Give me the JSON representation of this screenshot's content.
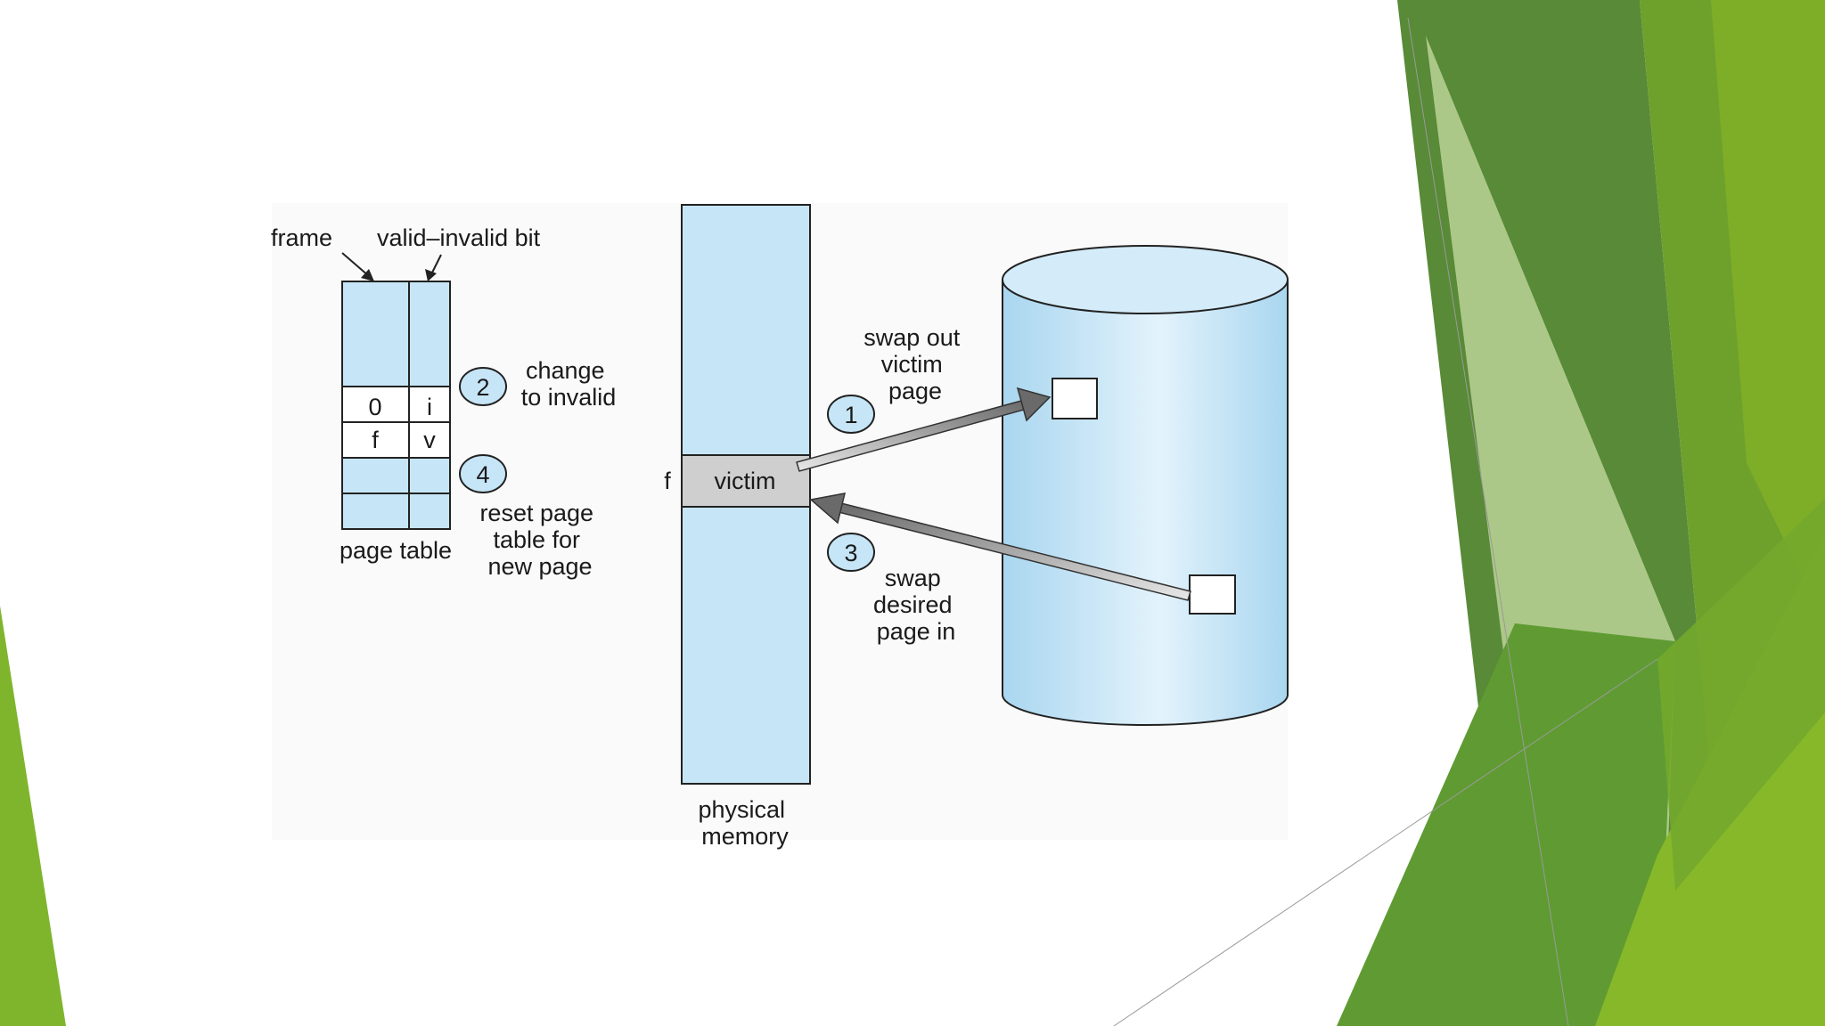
{
  "diagram": {
    "frame_label": "frame",
    "valid_invalid_label": "valid–invalid bit",
    "page_table_rows": [
      {
        "frame": "",
        "bit": ""
      },
      {
        "frame": "0",
        "bit": "i"
      },
      {
        "frame": "f",
        "bit": "v"
      },
      {
        "frame": "",
        "bit": ""
      }
    ],
    "page_table_caption": "page table",
    "step2_number": "2",
    "step2_lines": [
      "change",
      "to invalid"
    ],
    "step4_number": "4",
    "step4_lines": [
      "reset page",
      "table for",
      "new page"
    ],
    "frame_marker": "f",
    "victim_label": "victim",
    "physical_memory_lines": [
      "physical",
      "memory"
    ],
    "step1_number": "1",
    "step1_lines": [
      "swap out",
      "victim",
      "page"
    ],
    "step3_number": "3",
    "step3_lines": [
      "swap",
      "desired",
      "page in"
    ]
  },
  "colors": {
    "cell_blue": "#c6e6f7",
    "victim_gray": "#cfcfcf",
    "disk_light": "#e6f4fc",
    "disk_blue": "#bfe1f3",
    "green_dark": "#4f8a2c",
    "green_mid": "#6aa535",
    "green_bright": "#86b92a",
    "green_pale": "#c5dc9c"
  }
}
